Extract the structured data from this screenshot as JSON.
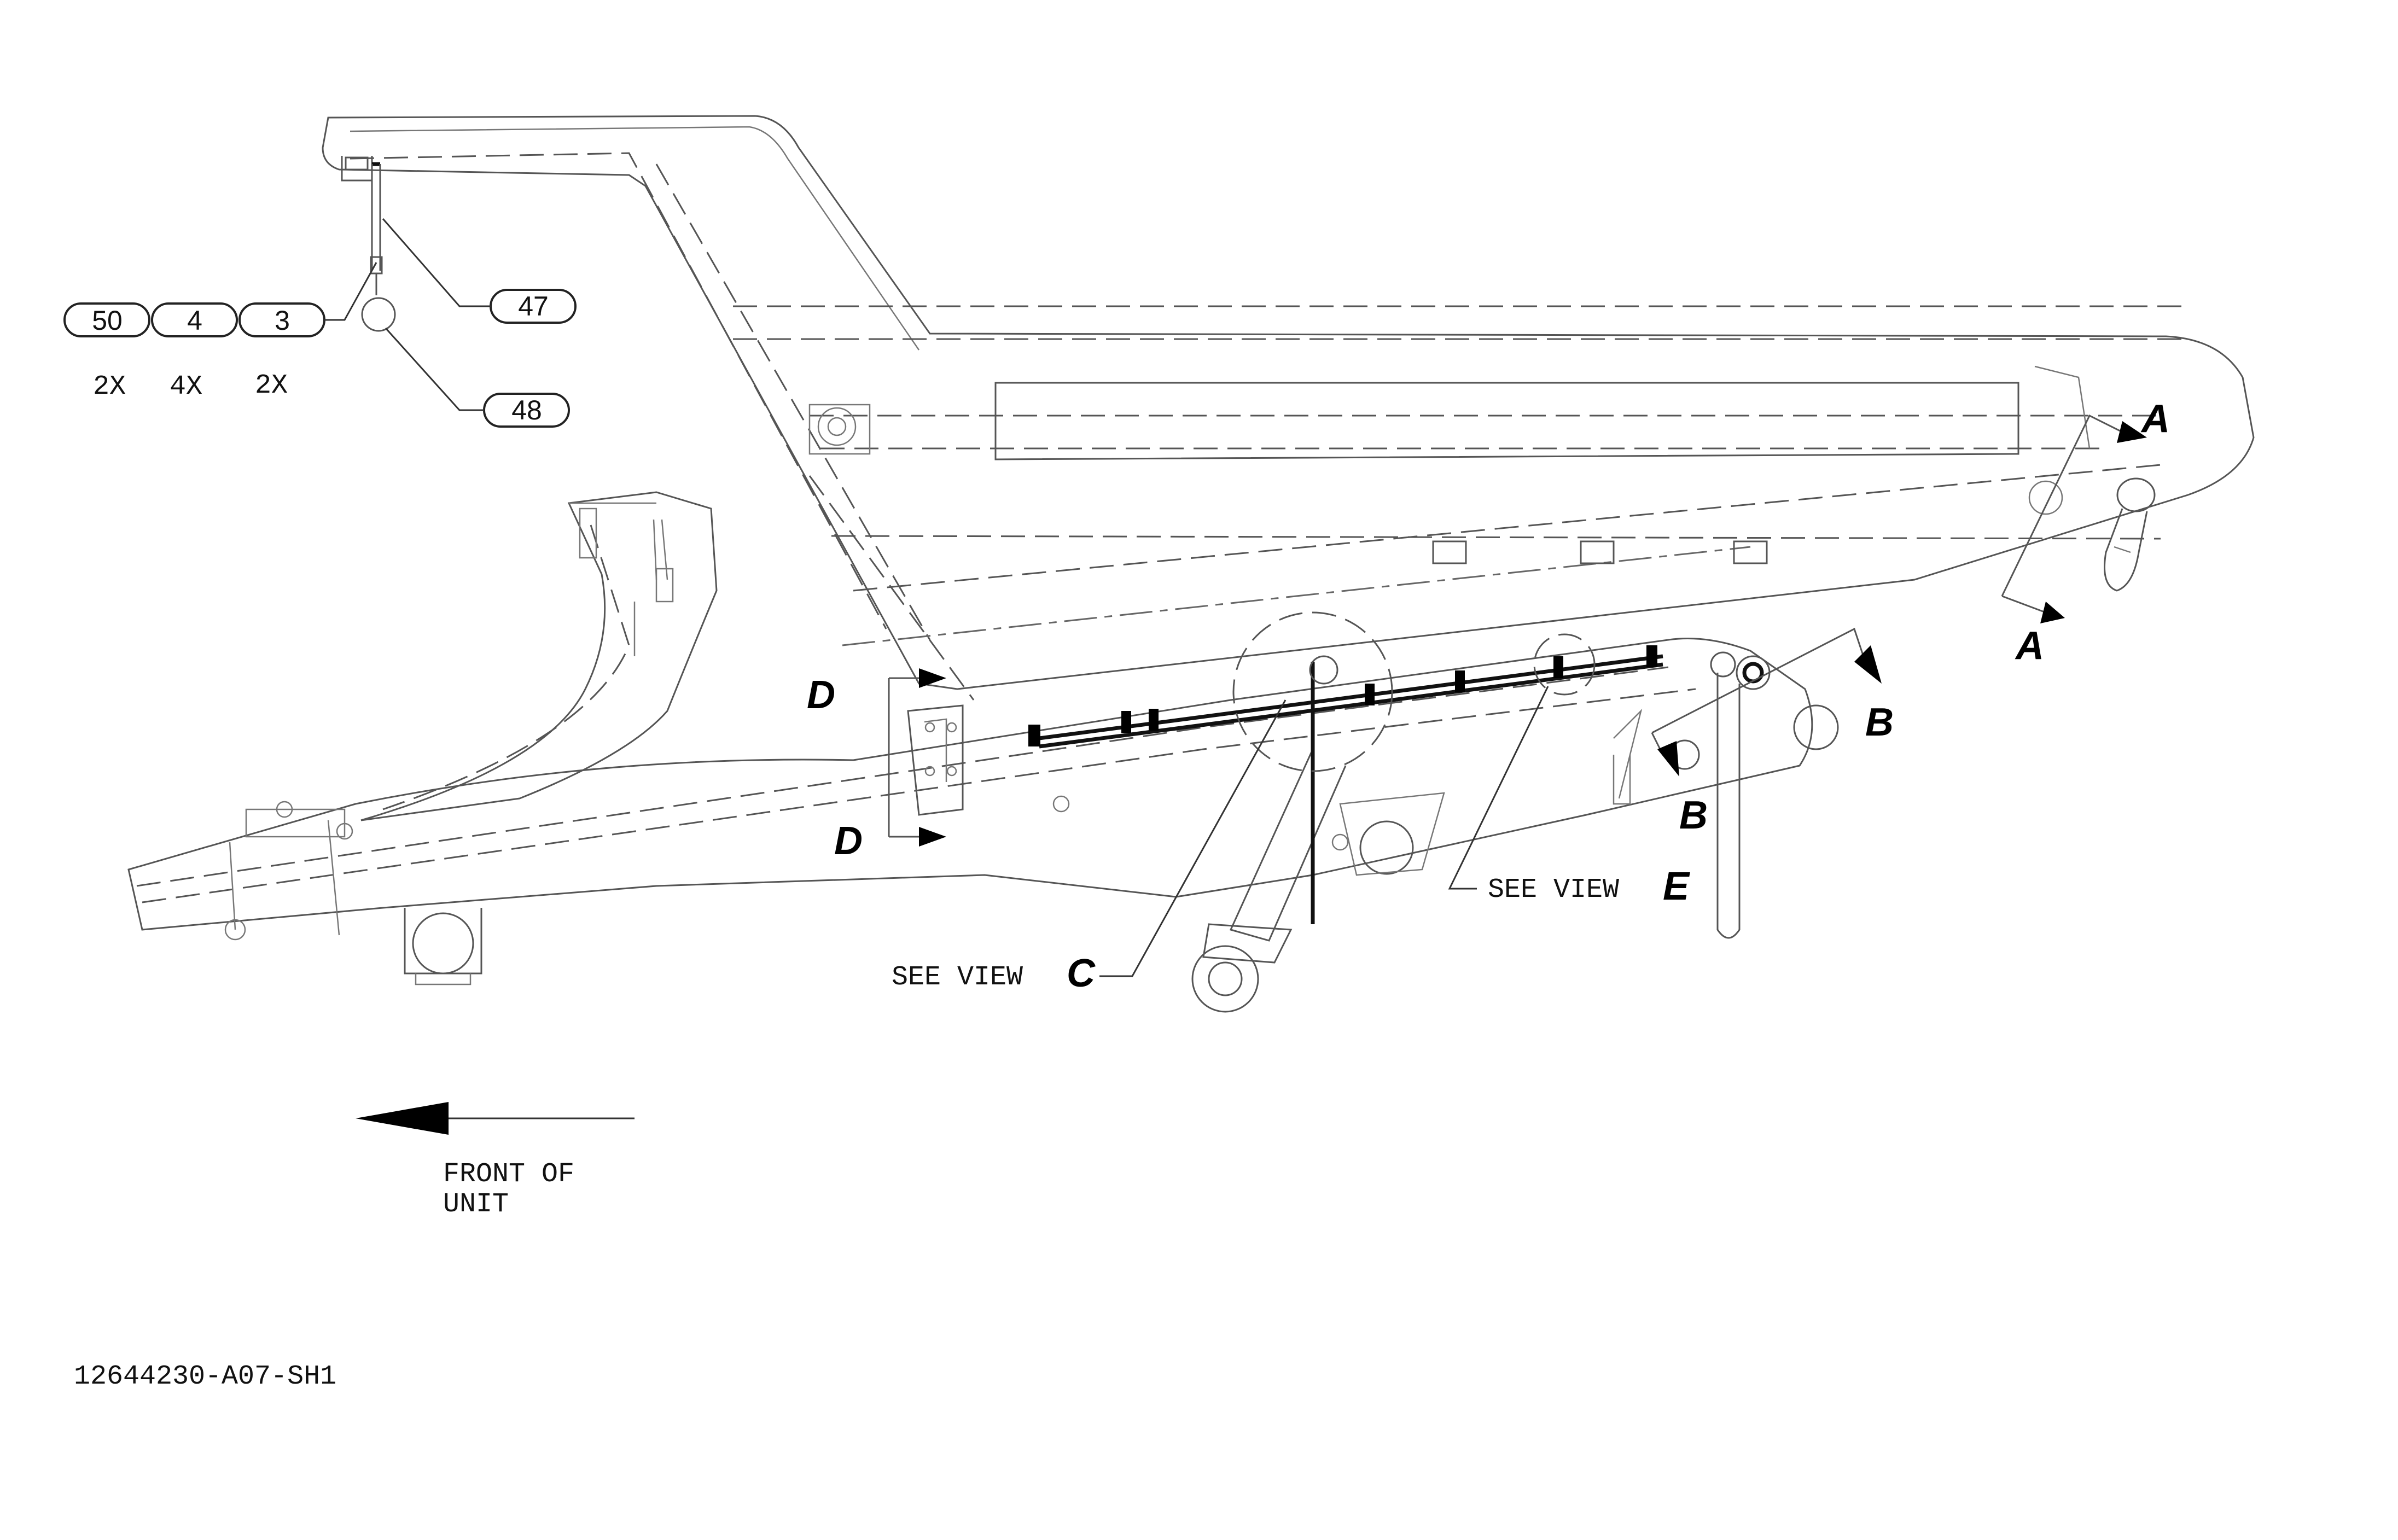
{
  "balloons": {
    "b50": "50",
    "b4": "4",
    "b3": "3",
    "b47": "47",
    "b48": "48"
  },
  "quantities": {
    "q50": "2X",
    "q4": "4X",
    "q3": "2X"
  },
  "section_labels": {
    "a": "A",
    "b": "B",
    "d": "D"
  },
  "views": {
    "c_prefix": "SEE VIEW",
    "c_letter": "C",
    "e_prefix": "SEE VIEW",
    "e_letter": "E"
  },
  "front_note": {
    "line1": "FRONT OF",
    "line2": "UNIT"
  },
  "drawing_number": "12644230-A07-SH1"
}
